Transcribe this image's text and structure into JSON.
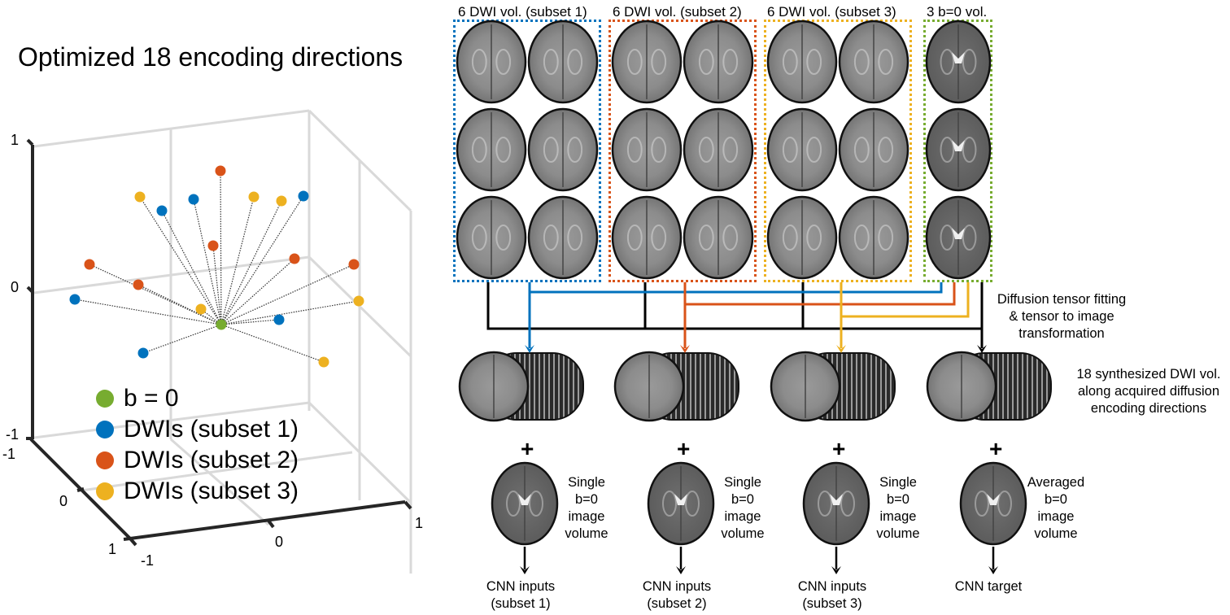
{
  "plot": {
    "title": "Optimized 18 encoding directions",
    "axis_ticks": {
      "z": [
        "1",
        "0",
        "-1"
      ],
      "y": [
        "-1",
        "0",
        "1"
      ],
      "x": [
        "-1",
        "0",
        "1"
      ]
    },
    "legend": [
      {
        "label": "b = 0",
        "color": "#77ac30"
      },
      {
        "label": "DWIs (subset 1)",
        "color": "#0072bd"
      },
      {
        "label": "DWIs (subset 2)",
        "color": "#d95319"
      },
      {
        "label": "DWIs (subset 3)",
        "color": "#edb120"
      }
    ]
  },
  "chart_data": {
    "type": "scatter",
    "title": "Optimized 18 encoding directions",
    "projection": "3d",
    "axis_ranges": {
      "x": [
        -1,
        1
      ],
      "y": [
        -1,
        1
      ],
      "z": [
        -1,
        1
      ]
    },
    "grid": true,
    "legend_position": "bottom-left",
    "series": [
      {
        "name": "b = 0",
        "color": "#77ac30",
        "points": [
          {
            "px": 272,
            "py": 399
          }
        ]
      },
      {
        "name": "DWIs (subset 1)",
        "color": "#0072bd",
        "points": [
          {
            "px": 199,
            "py": 259
          },
          {
            "px": 238,
            "py": 245
          },
          {
            "px": 373,
            "py": 241
          },
          {
            "px": 92,
            "py": 368
          },
          {
            "px": 343,
            "py": 393
          },
          {
            "px": 176,
            "py": 434
          }
        ]
      },
      {
        "name": "DWIs (subset 2)",
        "color": "#d95319",
        "points": [
          {
            "px": 271,
            "py": 210
          },
          {
            "px": 262,
            "py": 302
          },
          {
            "px": 362,
            "py": 318
          },
          {
            "px": 110,
            "py": 325
          },
          {
            "px": 170,
            "py": 350
          },
          {
            "px": 435,
            "py": 325
          }
        ]
      },
      {
        "name": "DWIs (subset 3)",
        "color": "#edb120",
        "points": [
          {
            "px": 172,
            "py": 242
          },
          {
            "px": 312,
            "py": 242
          },
          {
            "px": 346,
            "py": 247
          },
          {
            "px": 247,
            "py": 380
          },
          {
            "px": 441,
            "py": 370
          },
          {
            "px": 398,
            "py": 445
          }
        ]
      }
    ],
    "note": "point coordinates are estimated screen-projection positions of each direction vector on unit axes"
  },
  "pipeline": {
    "headers": [
      "6 DWI vol. (subset 1)",
      "6 DWI vol. (subset 2)",
      "6 DWI vol. (subset 3)",
      "3 b=0 vol."
    ],
    "group_colors": [
      "#0072bd",
      "#d95319",
      "#edb120",
      "#77ac30"
    ],
    "fitting_label": [
      "Diffusion tensor fitting",
      "& tensor to image",
      "transformation"
    ],
    "synth_label": [
      "18 synthesized DWI vol.",
      "along acquired diffusion",
      "encoding directions"
    ],
    "plus": "+",
    "b0_labels": [
      [
        "Single",
        "b=0",
        "image",
        "volume"
      ],
      [
        "Single",
        "b=0",
        "image",
        "volume"
      ],
      [
        "Single",
        "b=0",
        "image",
        "volume"
      ],
      [
        "Averaged",
        "b=0",
        "image",
        "volume"
      ]
    ],
    "outputs": [
      [
        "CNN inputs",
        "(subset 1)"
      ],
      [
        "CNN inputs",
        "(subset 2)"
      ],
      [
        "CNN inputs",
        "(subset 3)"
      ],
      [
        "CNN target"
      ]
    ]
  }
}
